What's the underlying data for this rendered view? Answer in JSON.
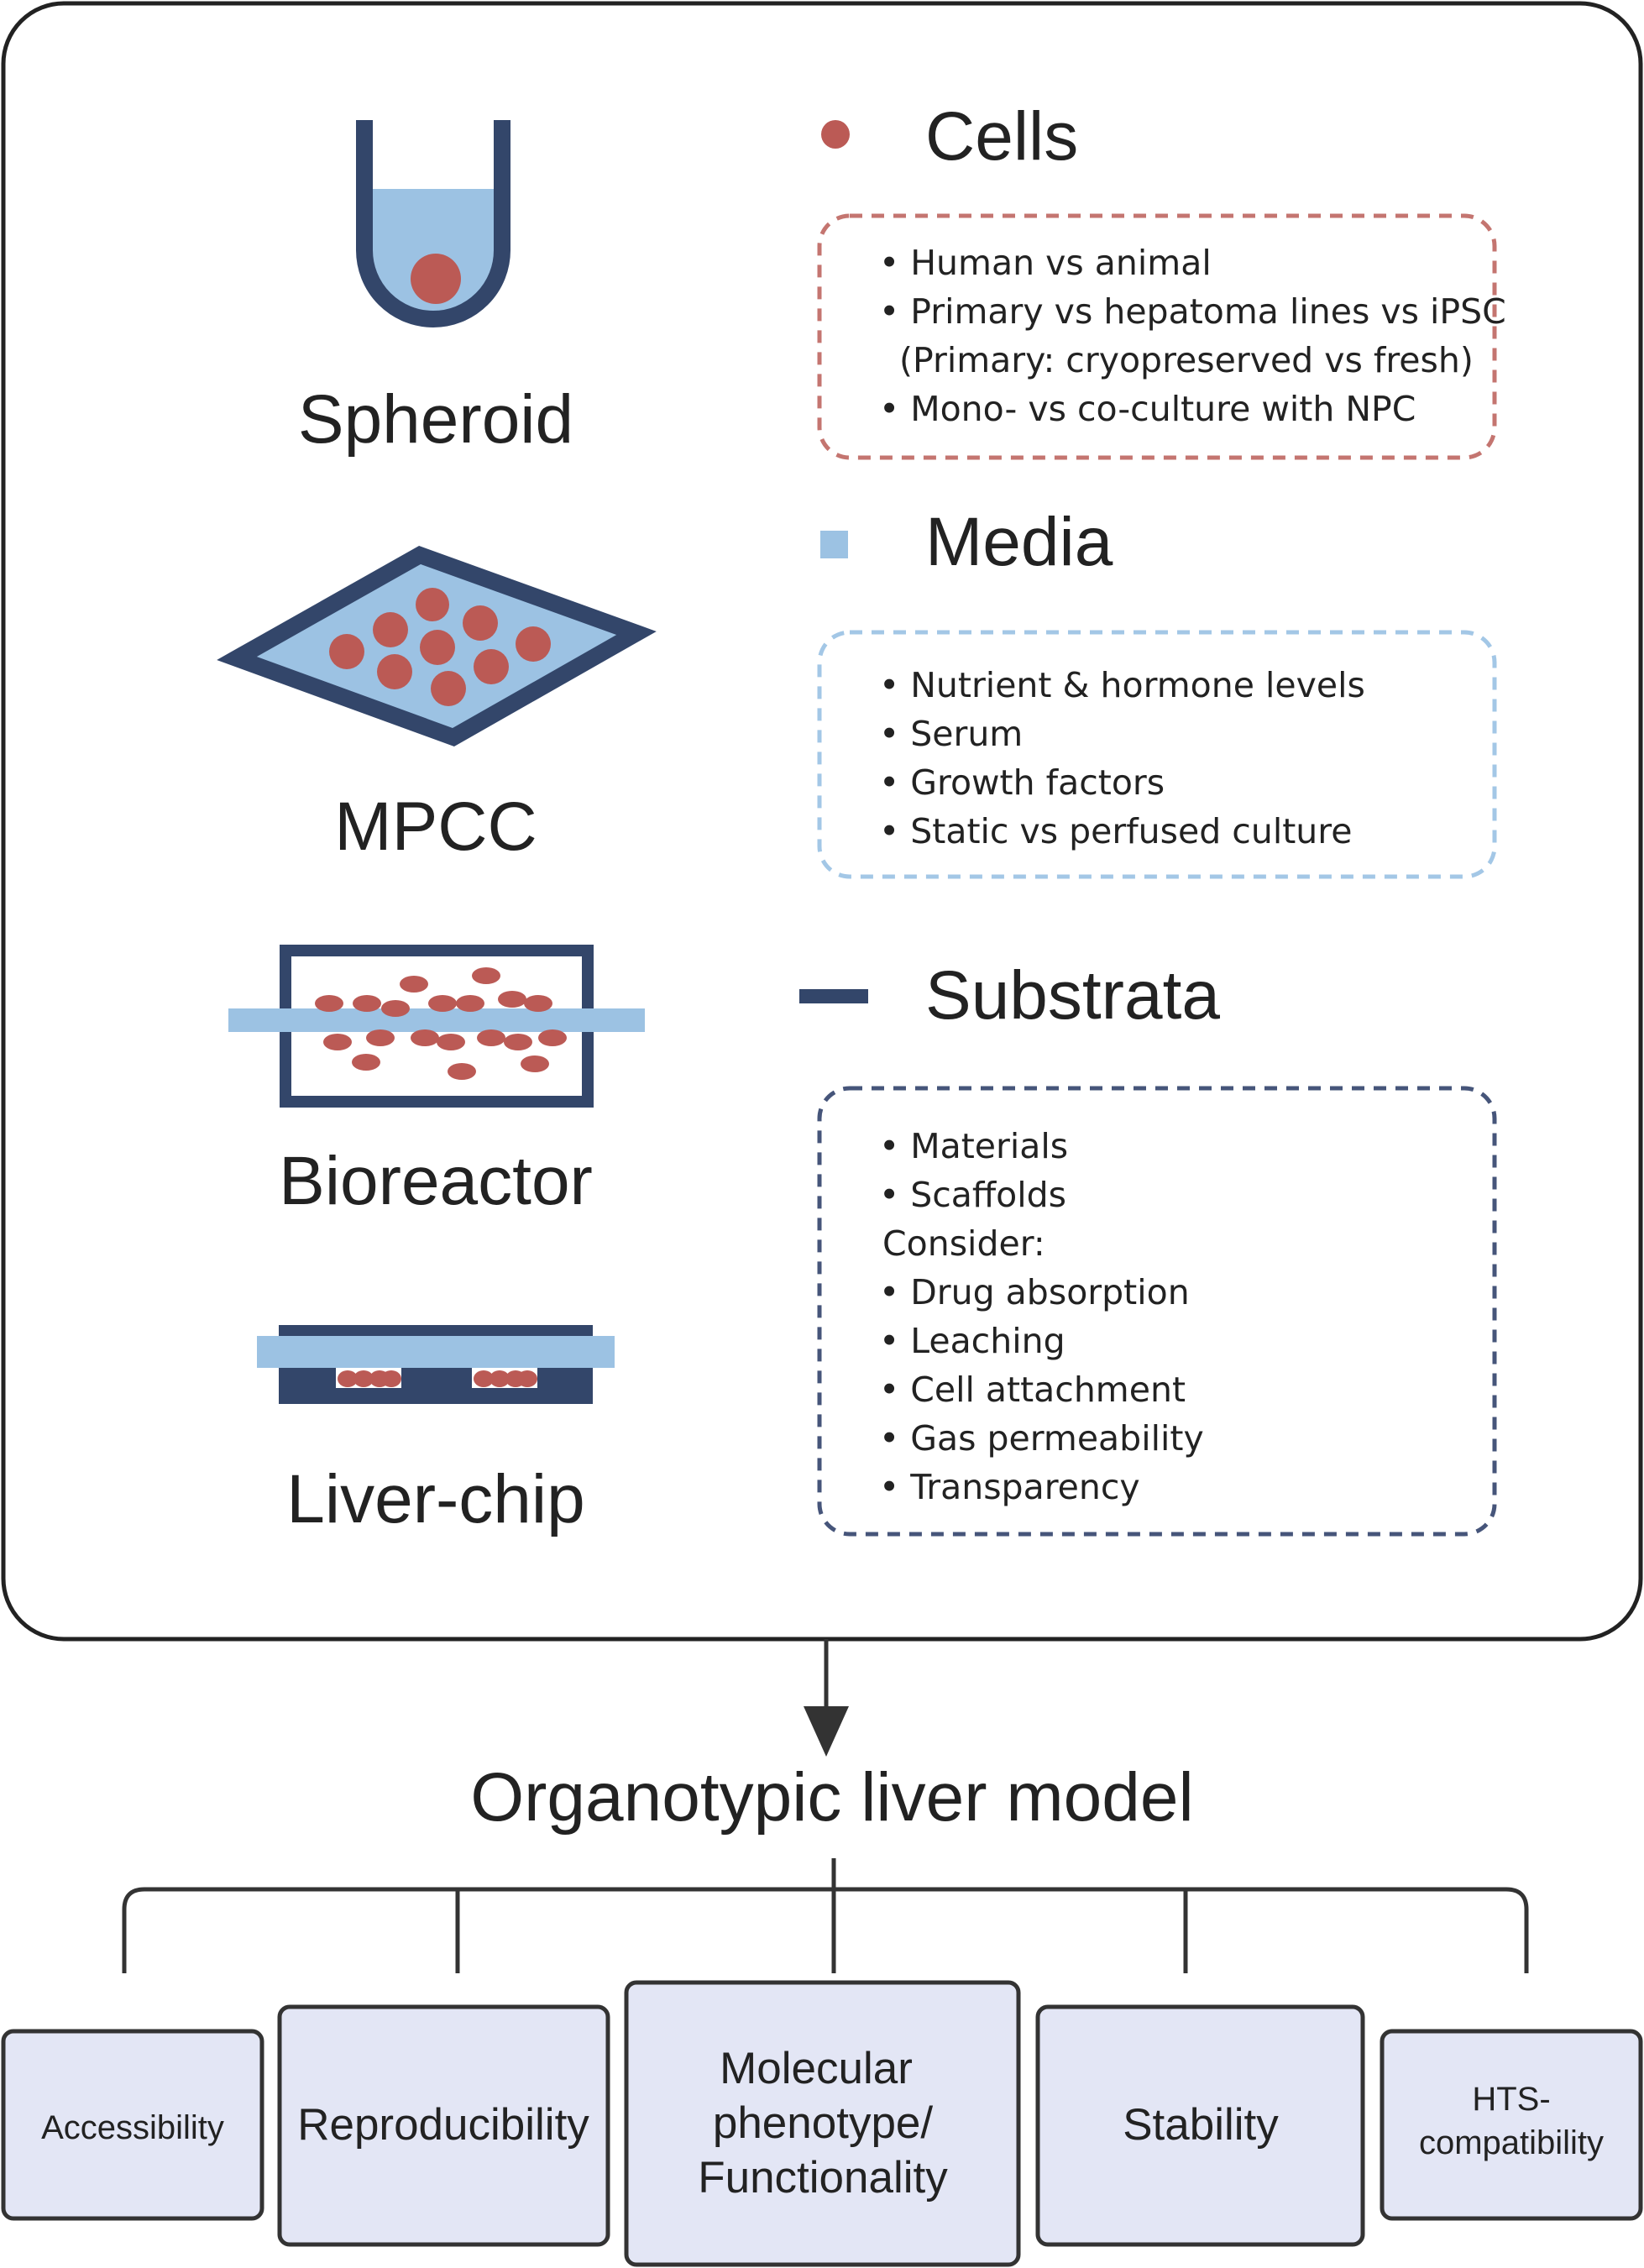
{
  "models": {
    "spheroid": "Spheroid",
    "mpcc": "MPCC",
    "bioreactor": "Bioreactor",
    "liver_chip": "Liver-chip"
  },
  "factors": {
    "cells": {
      "title": "Cells",
      "items": [
        "• Human vs animal",
        "• Primary vs hepatoma lines vs iPSC",
        "(Primary: cryopreserved vs fresh)",
        "• Mono- vs co-culture with NPC"
      ]
    },
    "media": {
      "title": "Media",
      "items": [
        "• Nutrient & hormone levels",
        "• Serum",
        "• Growth factors",
        "• Static vs perfused culture"
      ]
    },
    "substrata": {
      "title": "Substrata",
      "items": [
        "• Materials",
        "• Scaffolds",
        "Consider:",
        "• Drug absorption",
        "• Leaching",
        "• Cell attachment",
        "• Gas permeability",
        "• Transparency"
      ]
    }
  },
  "result": {
    "title": "Organotypic liver model",
    "outcomes": [
      "Accessibility",
      "Reproducibility",
      "Molecular",
      "phenotype/",
      "Functionality",
      "Stability",
      "HTS-",
      "compatibility"
    ]
  },
  "colors": {
    "navy": "#33466a",
    "cell_red": "#bb5a55",
    "media_blue": "#9cc2e3",
    "outcome_fill": "#e3e6f5",
    "dash_red": "#c47570",
    "dash_blue": "#a3c7e6",
    "dash_navy": "#46557a"
  }
}
